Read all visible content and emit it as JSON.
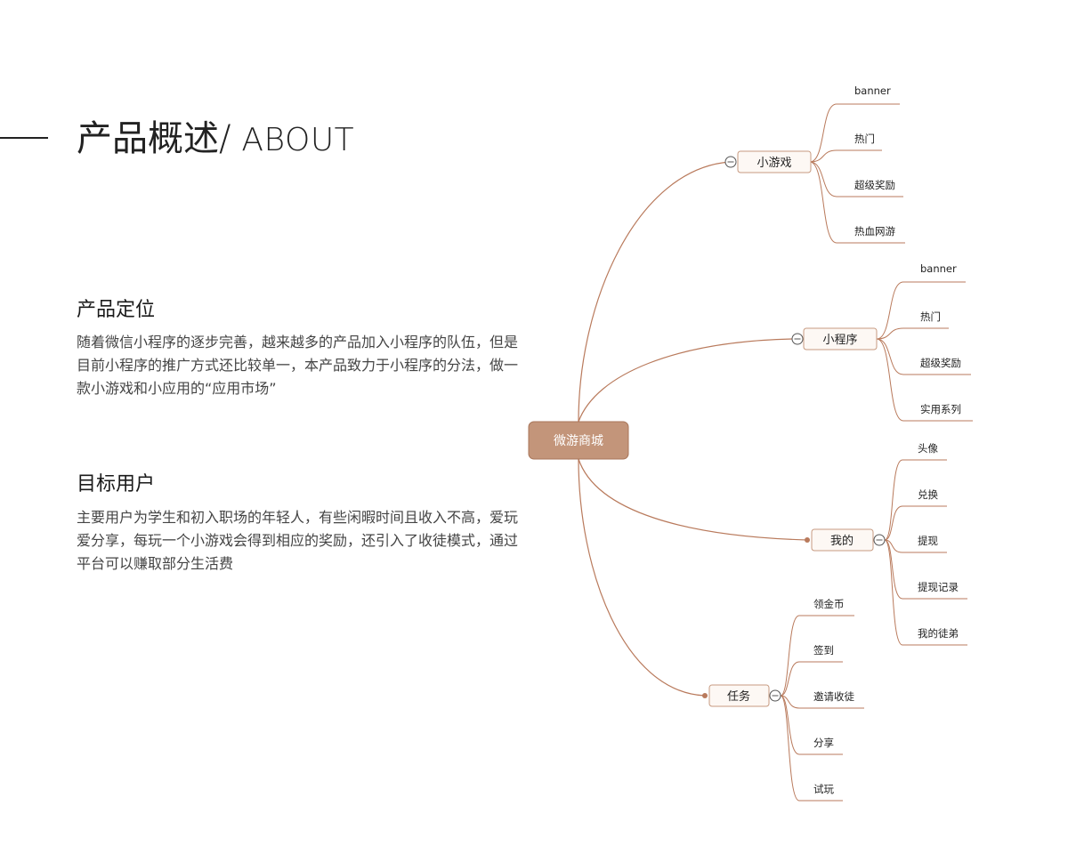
{
  "header": {
    "title_cn": "产品概述/",
    "title_en": " ABOUT"
  },
  "sections": {
    "positioning": {
      "heading": "产品定位",
      "body": "随着微信小程序的逐步完善，越来越多的产品加入小程序的队伍，但是目前小程序的推广方式还比较单一，本产品致力于小程序的分法，做一款小游戏和小应用的“应用市场”"
    },
    "users": {
      "heading": "目标用户",
      "body": "主要用户为学生和初入职场的年轻人，有些闲暇时间且收入不高，爱玩爱分享，每玩一个小游戏会得到相应的奖励，还引入了收徒模式，通过平台可以赚取部分生活费"
    }
  },
  "mindmap": {
    "root": "微游商城",
    "branches": [
      {
        "label": "小游戏",
        "children": [
          "banner",
          "热门",
          "超级奖励",
          "热血网游"
        ]
      },
      {
        "label": "小程序",
        "children": [
          "banner",
          "热门",
          "超级奖励",
          "实用系列"
        ]
      },
      {
        "label": "我的",
        "children": [
          "头像",
          "兑换",
          "提现",
          "提现记录",
          "我的徒弟"
        ]
      },
      {
        "label": "任务",
        "children": [
          "领金币",
          "签到",
          "邀请收徒",
          "分享",
          "试玩"
        ]
      }
    ]
  },
  "colors": {
    "root_fill": "#c3957a",
    "branch_fill": "#fdf8f4",
    "link": "#b97a5c"
  }
}
